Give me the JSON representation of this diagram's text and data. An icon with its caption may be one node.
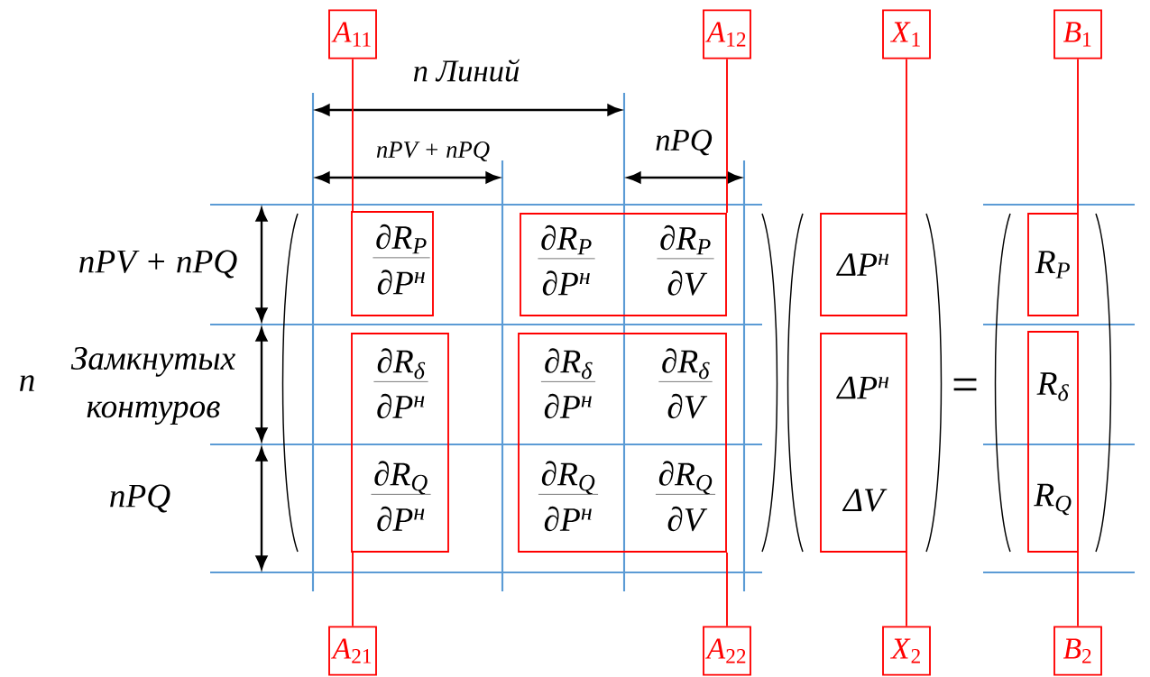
{
  "diagram": {
    "nodes": [
      {
        "text": [
          "*A*$_{11}$"
        ]
      },
      {
        "text": [
          "*A*$_{12}$"
        ]
      },
      {
        "text": [
          "*X*$_{1}$"
        ]
      },
      {
        "text": [
          "*B*$_{1}$"
        ]
      },
      {
        "text": [],
        "shape": "box"
      },
      {
        "text": [
          "∂R$_{P}$",
          "∂P$^{н}$"
        ],
        "in": 4
      },
      {
        "text": [],
        "shape": "box"
      },
      {
        "text": [
          "∂R$_{P}$",
          "∂P$^{н}$"
        ],
        "in": 6
      },
      {
        "text": [
          "∂R$_{P}$",
          "∂V"
        ],
        "in": 6
      },
      {
        "text": [],
        "shape": "box"
      },
      {
        "text": [
          "ΔP$^{н}$"
        ],
        "in": 9
      },
      {
        "text": [],
        "shape": "box"
      },
      {
        "text": [
          "R$_{P}$"
        ],
        "in": 11
      },
      {
        "text": [],
        "shape": "box"
      },
      {
        "text": [
          "∂R$_{δ}$",
          "∂P$^{н}$"
        ],
        "in": 13
      },
      {
        "text": [
          "∂R$_{Q}$",
          "∂P$^{н}$"
        ],
        "in": 13
      },
      {
        "text": [],
        "shape": "box"
      },
      {
        "text": [
          "∂R$_{δ}$",
          "∂P$^{н}$"
        ],
        "in": 16
      },
      {
        "text": [
          "∂R$_{δ}$",
          "∂V"
        ],
        "in": 16
      },
      {
        "text": [
          "∂R$_{Q}$",
          "∂P$^{н}$"
        ],
        "in": 16
      },
      {
        "text": [
          "∂R$_{Q}$",
          "∂V"
        ],
        "in": 16
      },
      {
        "text": [],
        "shape": "box"
      },
      {
        "text": [
          "ΔP$^{н}$"
        ],
        "in": 21
      },
      {
        "text": [
          "ΔV"
        ],
        "in": 21
      },
      {
        "text": [],
        "shape": "box"
      },
      {
        "text": [
          "R$_{δ}$"
        ],
        "in": 24
      },
      {
        "text": [
          "R$_{Q}$"
        ],
        "in": 24
      },
      {
        "text": [
          "*A*$_{21}$"
        ]
      },
      {
        "text": [
          "*A*$_{22}$"
        ]
      },
      {
        "text": [
          "*X*$_{2}$"
        ]
      },
      {
        "text": [
          "*B*$_{2}$"
        ]
      }
    ],
    "edges": [
      {
        "from": 0,
        "to": 4,
        "arrow": "none"
      },
      {
        "from": 1,
        "to": 6,
        "arrow": "none"
      },
      {
        "from": 2,
        "to": 9,
        "arrow": "none"
      },
      {
        "from": 3,
        "to": 11,
        "arrow": "none"
      },
      {
        "from": 27,
        "to": 13,
        "arrow": "none"
      },
      {
        "from": 28,
        "to": 16,
        "arrow": "none"
      },
      {
        "from": 29,
        "to": 21,
        "arrow": "none"
      },
      {
        "from": 30,
        "to": 24,
        "arrow": "none"
      }
    ],
    "labels": [
      "n Линий",
      "nPV + nPQ",
      "nPQ",
      "nPV + nPQ",
      "n",
      "Замкнутых контуров",
      "nPQ",
      "="
    ]
  }
}
